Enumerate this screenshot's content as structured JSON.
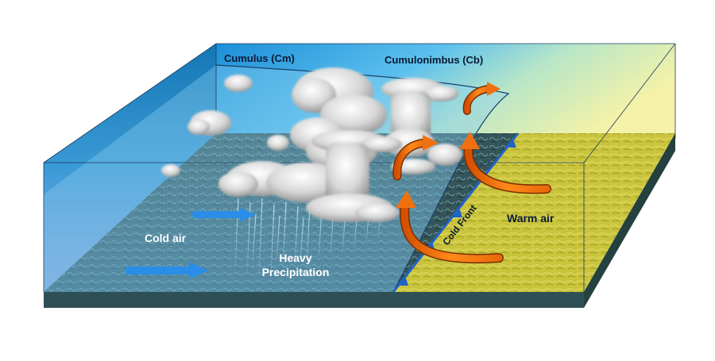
{
  "diagram": {
    "labels": {
      "cumulus": "Cumulus (Cm)",
      "cumulonimbus": "Cumulonimbus (Cb)",
      "cold_air": "Cold air",
      "heavy_line1": "Heavy",
      "heavy_line2": "Precipitation",
      "cold_front": "Cold Front",
      "warm_air": "Warm air"
    },
    "colors": {
      "sky_top": "#1e9ee0",
      "sky_warm": "#f2f0a6",
      "cold_ground": "#2e4a4e",
      "warm_ground": "#c8c43a",
      "front_line": "#1f63c7",
      "warm_arrow": "#f07010",
      "cold_arrow": "#2a8ee8"
    },
    "icons": [
      "cloud-icon",
      "warm-air-arrow-icon",
      "cold-air-arrow-icon",
      "front-triangle-icon"
    ]
  }
}
